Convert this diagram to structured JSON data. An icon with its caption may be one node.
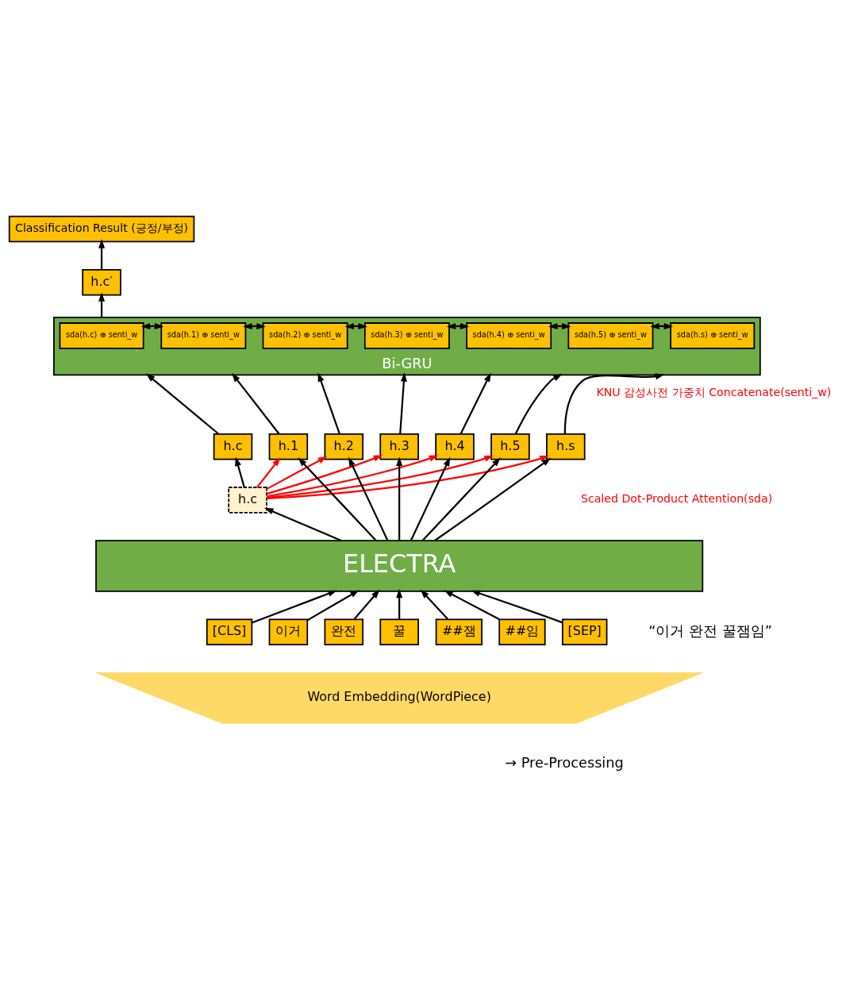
{
  "diagram": {
    "nodes": [
      {
        "text": [
          "Classification Result (긍정/부정)"
        ]
      },
      {
        "text": [
          "h.c′"
        ]
      },
      {
        "text": [
          "Bi-GRU"
        ]
      },
      {
        "text": [
          "sda(h.c) ⊕ senti_w"
        ],
        "in": 2
      },
      {
        "text": [
          "sda(h.1) ⊕ senti_w"
        ],
        "in": 2
      },
      {
        "text": [
          "sda(h.2) ⊕ senti_w"
        ],
        "in": 2
      },
      {
        "text": [
          "sda(h.3) ⊕ senti_w"
        ],
        "in": 2
      },
      {
        "text": [
          "sda(h.4) ⊕ senti_w"
        ],
        "in": 2
      },
      {
        "text": [
          "sda(h.5) ⊕ senti_w"
        ],
        "in": 2
      },
      {
        "text": [
          "sda(h.s) ⊕ senti_w"
        ],
        "in": 2
      },
      {
        "text": [
          "h.c"
        ]
      },
      {
        "text": [
          "h.1"
        ]
      },
      {
        "text": [
          "h.2"
        ]
      },
      {
        "text": [
          "h.3"
        ]
      },
      {
        "text": [
          "h.4"
        ]
      },
      {
        "text": [
          "h.5"
        ]
      },
      {
        "text": [
          "h.s"
        ]
      },
      {
        "text": [
          "h.c"
        ]
      },
      {
        "text": [
          "ELECTRA"
        ]
      },
      {
        "text": [
          "[CLS]"
        ]
      },
      {
        "text": [
          "이거"
        ]
      },
      {
        "text": [
          "완전"
        ]
      },
      {
        "text": [
          "꿀"
        ]
      },
      {
        "text": [
          "##잼"
        ]
      },
      {
        "text": [
          "##임"
        ]
      },
      {
        "text": [
          "[SEP]"
        ]
      },
      {
        "text": [
          "Word Embedding(WordPiece)"
        ]
      }
    ],
    "edges": [
      {
        "from": 1,
        "to": 0,
        "arrow": "to"
      },
      {
        "from": 2,
        "to": 1,
        "arrow": "to"
      },
      {
        "from": 3,
        "to": 4,
        "arrow": "both"
      },
      {
        "from": 4,
        "to": 5,
        "arrow": "both"
      },
      {
        "from": 5,
        "to": 6,
        "arrow": "both"
      },
      {
        "from": 6,
        "to": 7,
        "arrow": "both"
      },
      {
        "from": 7,
        "to": 8,
        "arrow": "both"
      },
      {
        "from": 8,
        "to": 9,
        "arrow": "both"
      },
      {
        "from": 10,
        "to": 2,
        "arrow": "to"
      },
      {
        "from": 11,
        "to": 2,
        "arrow": "to"
      },
      {
        "from": 12,
        "to": 2,
        "arrow": "to"
      },
      {
        "from": 13,
        "to": 2,
        "arrow": "to"
      },
      {
        "from": 14,
        "to": 2,
        "arrow": "to"
      },
      {
        "from": 15,
        "to": 2,
        "arrow": "to"
      },
      {
        "from": 16,
        "to": 2,
        "arrow": "to"
      },
      {
        "from": 17,
        "to": 10,
        "arrow": "to"
      },
      {
        "from": 17,
        "to": 11,
        "arrow": "to",
        "color": "#ff0000"
      },
      {
        "from": 17,
        "to": 12,
        "arrow": "to",
        "color": "#ff0000"
      },
      {
        "from": 17,
        "to": 13,
        "arrow": "to",
        "color": "#ff0000"
      },
      {
        "from": 17,
        "to": 14,
        "arrow": "to",
        "color": "#ff0000"
      },
      {
        "from": 17,
        "to": 15,
        "arrow": "to",
        "color": "#ff0000"
      },
      {
        "from": 17,
        "to": 16,
        "arrow": "to",
        "color": "#ff0000"
      },
      {
        "from": 18,
        "to": 17,
        "arrow": "to"
      },
      {
        "from": 18,
        "to": 11,
        "arrow": "to"
      },
      {
        "from": 18,
        "to": 12,
        "arrow": "to"
      },
      {
        "from": 18,
        "to": 13,
        "arrow": "to"
      },
      {
        "from": 18,
        "to": 14,
        "arrow": "to"
      },
      {
        "from": 18,
        "to": 15,
        "arrow": "to"
      },
      {
        "from": 18,
        "to": 16,
        "arrow": "to"
      },
      {
        "from": 19,
        "to": 18,
        "arrow": "to"
      },
      {
        "from": 20,
        "to": 18,
        "arrow": "to"
      },
      {
        "from": 21,
        "to": 18,
        "arrow": "to"
      },
      {
        "from": 22,
        "to": 18,
        "arrow": "to"
      },
      {
        "from": 23,
        "to": 18,
        "arrow": "to"
      },
      {
        "from": 24,
        "to": 18,
        "arrow": "to"
      },
      {
        "from": 25,
        "to": 18,
        "arrow": "to"
      }
    ],
    "labels": [
      "KNU 감성사전 가중치 Concatenate(senti_w)",
      "Scaled Dot-Product Attention(sda)",
      "“이거 완전 꿀잼임”",
      "→ Pre-Processing"
    ]
  }
}
